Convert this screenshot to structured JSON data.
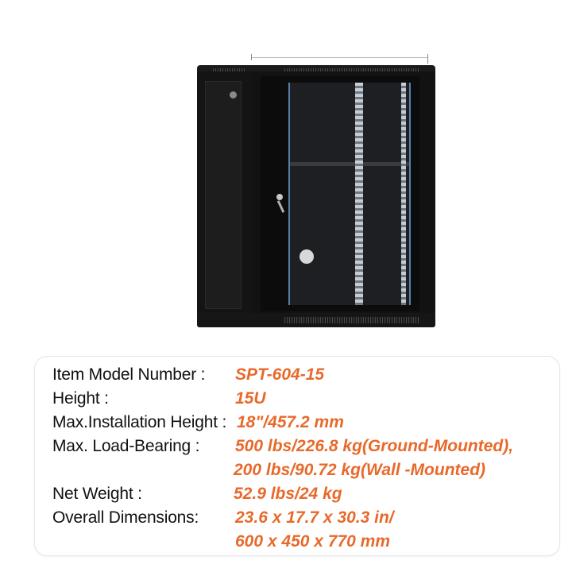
{
  "product": {
    "name": "Wall-mount network cabinet",
    "image_alt": "Black 15U wall-mount server rack cabinet with glass front door"
  },
  "colors": {
    "label": "#111111",
    "value": "#e8692a",
    "cabinet": "#141414",
    "glass_trim": "#5b7fa8"
  },
  "specs": [
    {
      "label": "Item Model Number :",
      "value": "SPT-604-15"
    },
    {
      "label": "Height :",
      "value": "15U"
    },
    {
      "label": "Max.Installation Height :",
      "value": "18\"/457.2 mm"
    },
    {
      "label": "Max. Load-Bearing :",
      "value": "500 lbs/226.8 kg(Ground-Mounted),"
    },
    {
      "label": "",
      "value": "200 lbs/90.72 kg(Wall -Mounted)"
    },
    {
      "label": "Net Weight :",
      "value": "52.9 lbs/24 kg"
    },
    {
      "label": "Overall Dimensions:",
      "value": "23.6 x 17.7 x 30.3 in/"
    },
    {
      "label": "",
      "value": "600 x 450 x 770 mm"
    }
  ]
}
